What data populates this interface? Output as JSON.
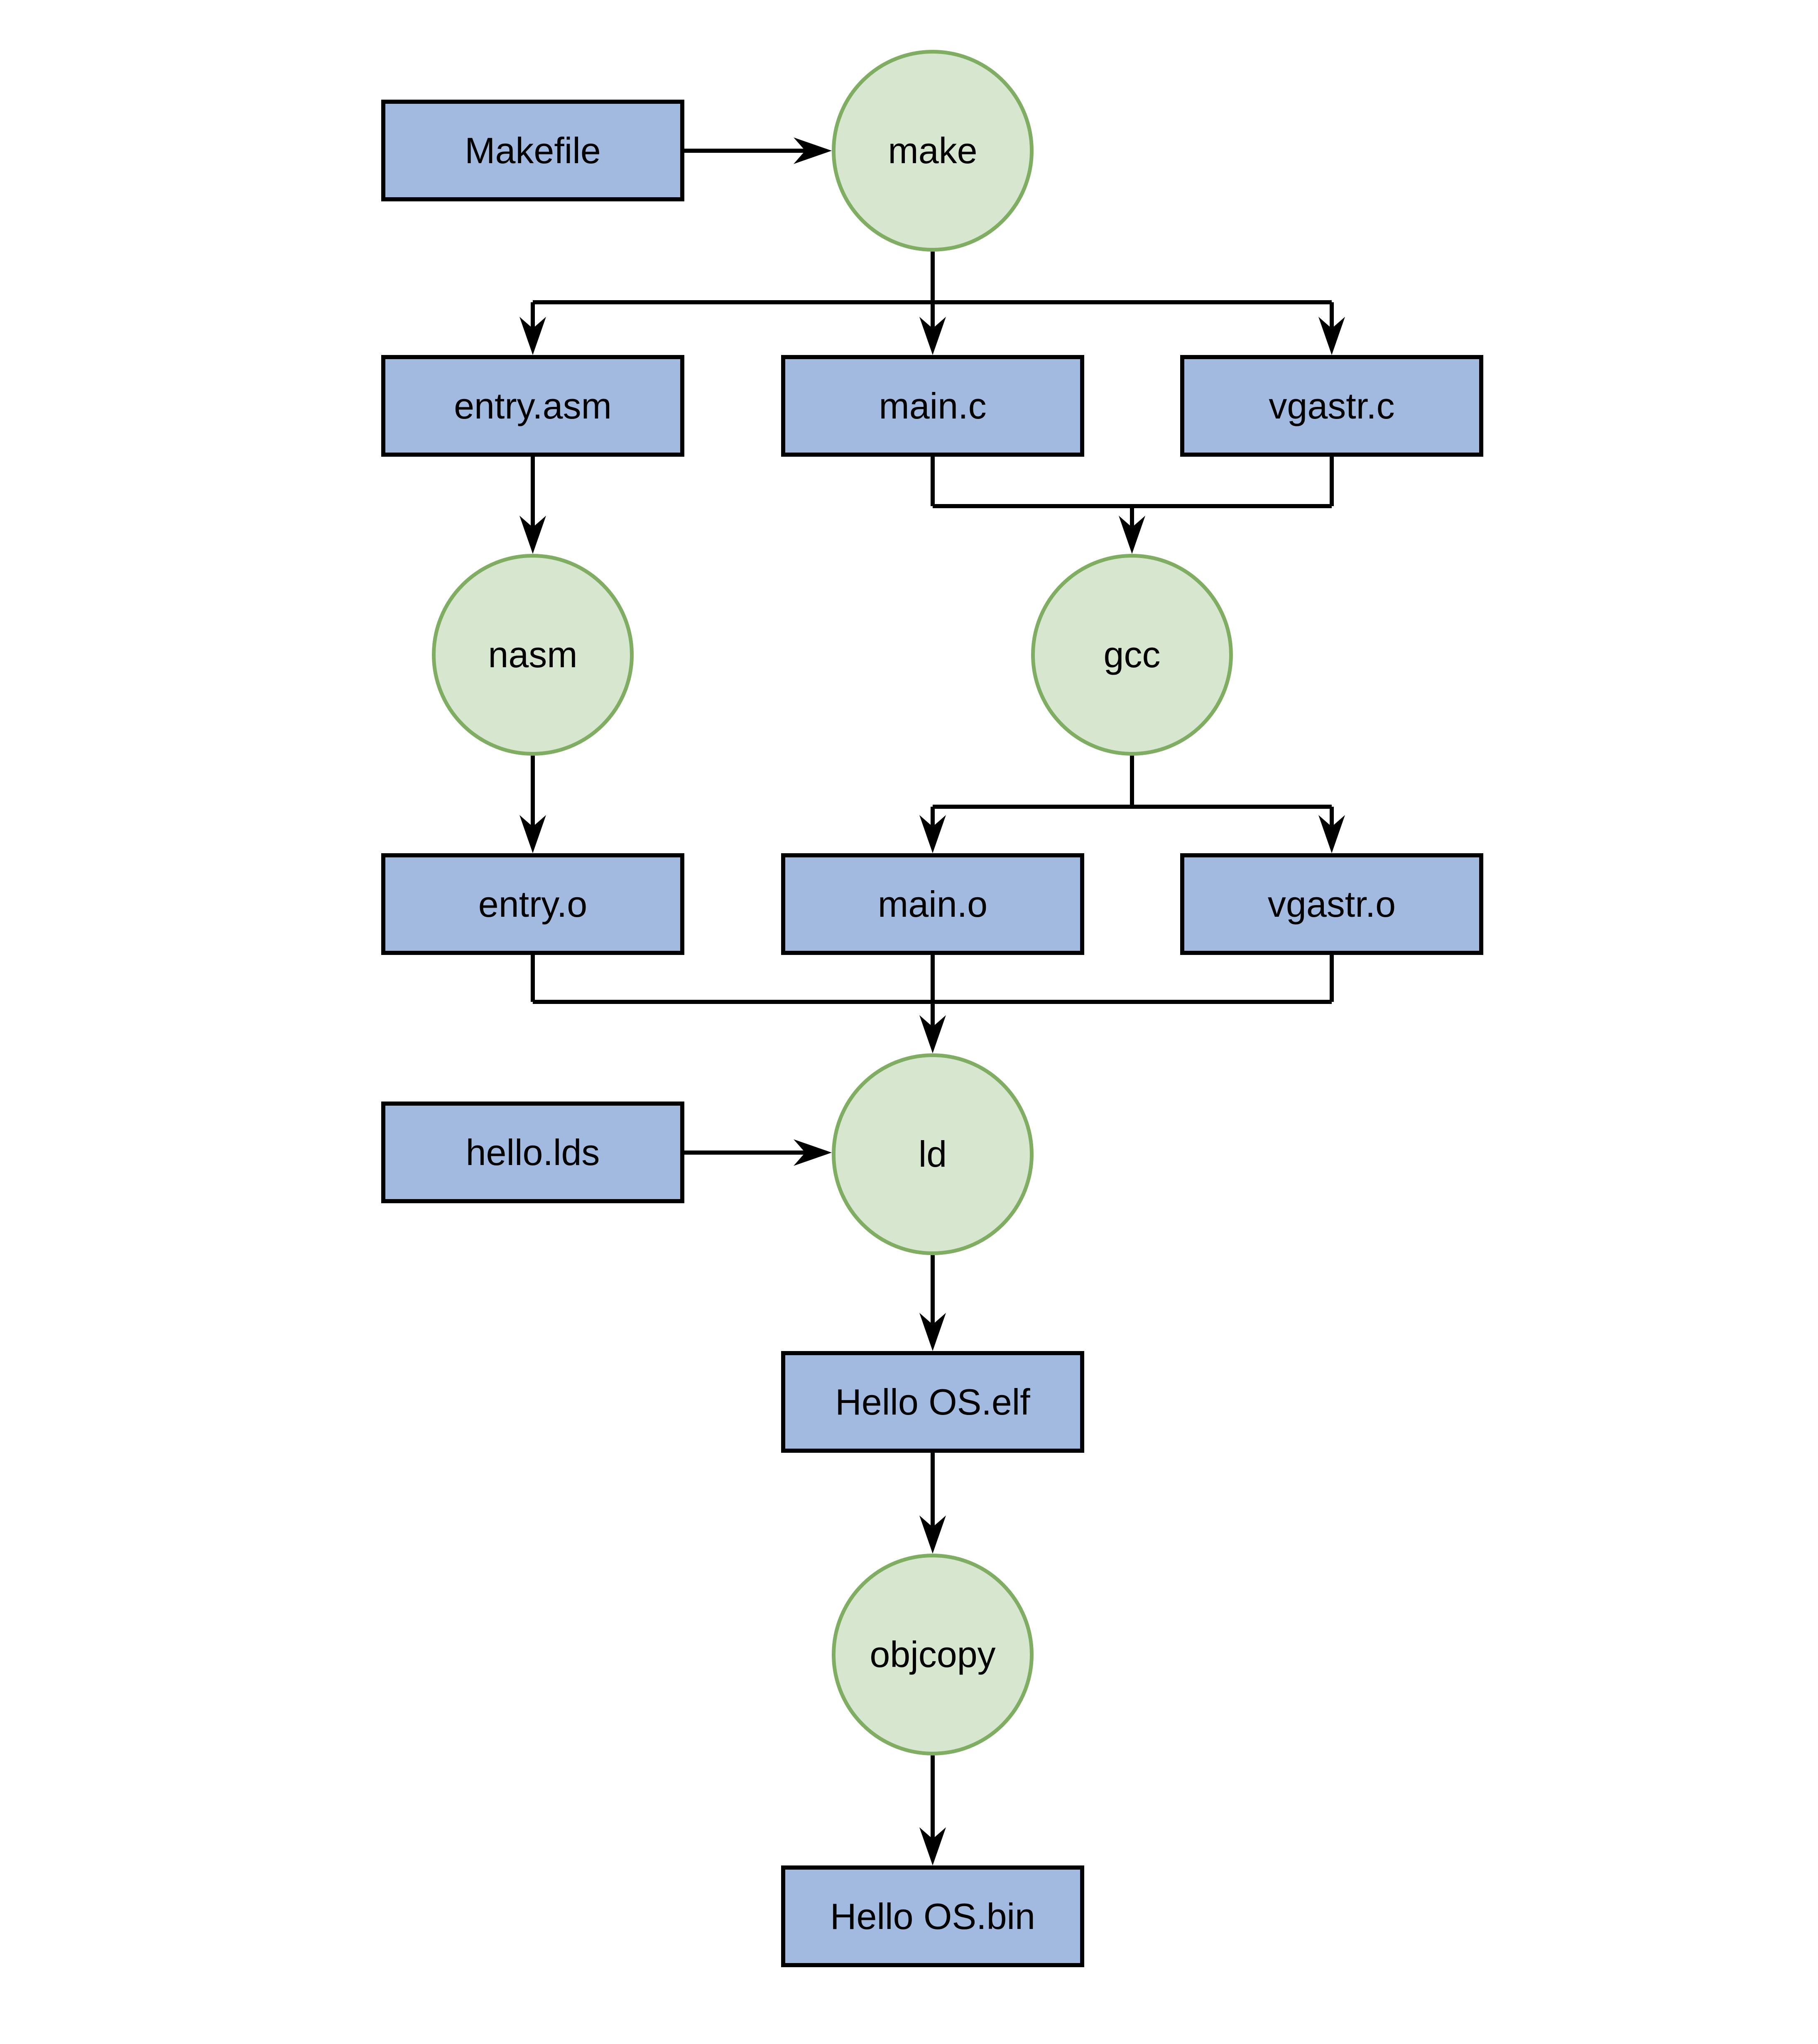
{
  "colors": {
    "background": "#ffffff",
    "file_fill": "#a2badf",
    "file_border": "#000000",
    "tool_fill": "#d7e6cf",
    "tool_border": "#7fae63",
    "line": "#000000",
    "text": "#000000"
  },
  "nodes": {
    "makefile": {
      "label": "Makefile",
      "kind": "file"
    },
    "make": {
      "label": "make",
      "kind": "tool"
    },
    "entry_asm": {
      "label": "entry.asm",
      "kind": "file"
    },
    "main_c": {
      "label": "main.c",
      "kind": "file"
    },
    "vgastr_c": {
      "label": "vgastr.c",
      "kind": "file"
    },
    "nasm": {
      "label": "nasm",
      "kind": "tool"
    },
    "gcc": {
      "label": "gcc",
      "kind": "tool"
    },
    "entry_o": {
      "label": "entry.o",
      "kind": "file"
    },
    "main_o": {
      "label": "main.o",
      "kind": "file"
    },
    "vgastr_o": {
      "label": "vgastr.o",
      "kind": "file"
    },
    "hello_lds": {
      "label": "hello.lds",
      "kind": "file"
    },
    "ld": {
      "label": "ld",
      "kind": "tool"
    },
    "hello_elf": {
      "label": "Hello OS.elf",
      "kind": "file"
    },
    "objcopy": {
      "label": "objcopy",
      "kind": "tool"
    },
    "hello_bin": {
      "label": "Hello OS.bin",
      "kind": "file"
    }
  },
  "edges": [
    {
      "from": "Makefile",
      "to": "make"
    },
    {
      "from": "make",
      "to": "entry.asm"
    },
    {
      "from": "make",
      "to": "main.c"
    },
    {
      "from": "make",
      "to": "vgastr.c"
    },
    {
      "from": "entry.asm",
      "to": "nasm"
    },
    {
      "from": "main.c",
      "to": "gcc"
    },
    {
      "from": "vgastr.c",
      "to": "gcc"
    },
    {
      "from": "nasm",
      "to": "entry.o"
    },
    {
      "from": "gcc",
      "to": "main.o"
    },
    {
      "from": "gcc",
      "to": "vgastr.o"
    },
    {
      "from": "entry.o",
      "to": "ld"
    },
    {
      "from": "main.o",
      "to": "ld"
    },
    {
      "from": "vgastr.o",
      "to": "ld"
    },
    {
      "from": "hello.lds",
      "to": "ld"
    },
    {
      "from": "ld",
      "to": "Hello OS.elf"
    },
    {
      "from": "Hello OS.elf",
      "to": "objcopy"
    },
    {
      "from": "objcopy",
      "to": "Hello OS.bin"
    }
  ]
}
